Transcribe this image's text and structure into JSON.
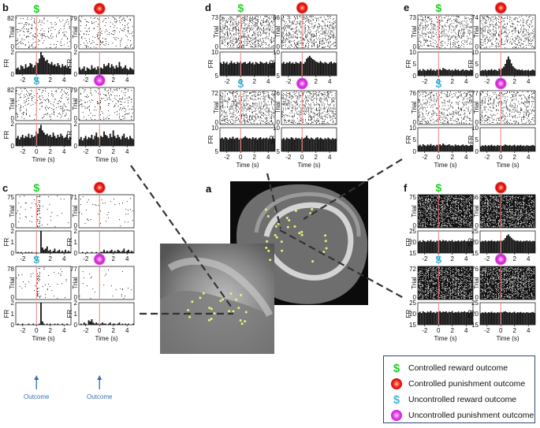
{
  "colors": {
    "controlled_reward": "#1fd11f",
    "controlled_punishment": "#e21a1a",
    "uncontrolled_reward": "#49b8d8",
    "uncontrolled_punishment": "#d02bd0",
    "legend_border": "#2d4a78",
    "outcome_arrow": "#3a6fb0",
    "onset_line": "#f08080",
    "electrode": "#e8ee7a"
  },
  "labels": {
    "trial": "Trial",
    "fr": "FR",
    "time": "Time (s)",
    "outcome": "Outcome"
  },
  "icons": {
    "controlled_reward": "green-dollar-icon",
    "controlled_punishment": "red-dot-icon",
    "uncontrolled_reward": "cyan-dollar-icon",
    "uncontrolled_punishment": "magenta-dot-icon"
  },
  "legend": {
    "items": [
      {
        "icon": "controlled_reward",
        "label": "Controlled reward outcome"
      },
      {
        "icon": "controlled_punishment",
        "label": "Controlled punishment outcome"
      },
      {
        "icon": "uncontrolled_reward",
        "label": "Uncontrolled reward outcome"
      },
      {
        "icon": "uncontrolled_punishment",
        "label": "Uncontrolled punishment outcome"
      }
    ]
  },
  "chart_data": [
    {
      "type": "panel",
      "panel": "b",
      "raster_density": 0.2,
      "fr_ylim": [
        0,
        2
      ],
      "fr_yticks": [
        "0",
        "2"
      ],
      "xticks": [
        "-2",
        "0",
        "2",
        "4"
      ],
      "subplots": [
        {
          "icon": "controlled_reward",
          "trials": "82",
          "fr_values": [
            0.5,
            0.6,
            0.4,
            0.8,
            0.7,
            0.5,
            0.9,
            0.6,
            0.7,
            1.0,
            0.9,
            0.6,
            0.8,
            1.1,
            1.0,
            1.4,
            2.0,
            1.7,
            1.5,
            1.2,
            1.3,
            1.0,
            0.9,
            1.1,
            0.8,
            0.9,
            0.7,
            1.0,
            0.8,
            0.6,
            0.9,
            0.7,
            0.8,
            0.6,
            0.7,
            0.5
          ]
        },
        {
          "icon": "controlled_punishment",
          "trials": "79",
          "fr_values": [
            0.6,
            0.4,
            0.5,
            0.7,
            0.3,
            0.6,
            0.5,
            0.4,
            0.8,
            0.5,
            0.6,
            0.4,
            0.7,
            0.5,
            0.6,
            0.5,
            0.9,
            0.7,
            0.8,
            1.0,
            0.6,
            0.9,
            0.7,
            0.5,
            0.8,
            0.6,
            1.1,
            0.7,
            0.5,
            0.6,
            0.8,
            0.5,
            0.4,
            0.6,
            0.5,
            0.4
          ]
        },
        {
          "icon": "uncontrolled_reward",
          "trials": "82",
          "fr_values": [
            0.7,
            0.9,
            0.6,
            0.8,
            1.0,
            0.7,
            0.9,
            0.8,
            1.1,
            0.7,
            1.0,
            0.8,
            0.9,
            1.3,
            1.1,
            1.6,
            1.9,
            1.4,
            1.2,
            1.0,
            1.1,
            0.9,
            1.0,
            0.8,
            1.2,
            0.9,
            0.7,
            1.0,
            0.8,
            1.1,
            0.9,
            0.7,
            0.8,
            1.0,
            0.6,
            0.8
          ]
        },
        {
          "icon": "uncontrolled_punishment",
          "trials": "79",
          "fr_values": [
            0.6,
            0.8,
            0.5,
            0.7,
            0.9,
            0.6,
            0.8,
            0.7,
            1.0,
            0.6,
            0.9,
            1.2,
            0.8,
            0.7,
            0.9,
            0.8,
            1.3,
            1.0,
            0.9,
            0.7,
            1.1,
            0.8,
            1.4,
            0.9,
            0.7,
            1.0,
            0.8,
            0.6,
            0.9,
            1.1,
            0.7,
            0.8,
            0.6,
            0.9,
            0.7,
            0.6
          ]
        }
      ]
    },
    {
      "type": "panel",
      "panel": "c",
      "raster_density": 0.035,
      "fr_ylim": [
        0,
        2
      ],
      "fr_yticks": [
        "0",
        "1",
        "2"
      ],
      "xticks": [
        "-2",
        "0",
        "2",
        "4"
      ],
      "subplots": [
        {
          "icon": "controlled_reward",
          "trials": "75",
          "fr_values": [
            0.0,
            0.1,
            0.0,
            0.1,
            0.0,
            0.0,
            0.1,
            0.0,
            0.1,
            0.0,
            0.1,
            0.0,
            0.0,
            0.1,
            0.0,
            0.0,
            2.0,
            0.5,
            0.3,
            0.4,
            0.6,
            0.2,
            0.3,
            0.1,
            0.2,
            0.4,
            0.1,
            0.2,
            0.3,
            0.1,
            0.2,
            0.1,
            0.3,
            0.1,
            0.2,
            0.1
          ]
        },
        {
          "icon": "controlled_punishment",
          "trials": "71",
          "fr_values": [
            0.0,
            0.0,
            0.1,
            0.0,
            0.0,
            0.1,
            0.0,
            0.0,
            0.1,
            0.0,
            0.0,
            0.1,
            0.0,
            0.0,
            0.1,
            0.1,
            0.3,
            0.1,
            0.2,
            0.1,
            0.2,
            0.3,
            0.1,
            0.2,
            0.1,
            0.3,
            0.2,
            0.1,
            0.2,
            0.4,
            0.1,
            0.2,
            0.3,
            0.1,
            0.2,
            0.1
          ]
        },
        {
          "icon": "uncontrolled_reward",
          "trials": "78",
          "fr_values": [
            0.0,
            0.1,
            0.0,
            0.0,
            0.1,
            0.0,
            0.0,
            0.0,
            0.1,
            0.0,
            0.0,
            0.1,
            0.0,
            0.0,
            0.0,
            0.1,
            2.0,
            0.3,
            0.1,
            0.0,
            0.1,
            0.0,
            0.1,
            0.0,
            0.0,
            0.1,
            0.0,
            0.1,
            0.0,
            0.0,
            0.1,
            0.0,
            0.0,
            0.1,
            0.0,
            0.0
          ]
        },
        {
          "icon": "uncontrolled_punishment",
          "trials": "77",
          "fr_values": [
            0.0,
            0.1,
            0.0,
            0.2,
            0.1,
            0.0,
            0.4,
            0.3,
            0.5,
            0.2,
            0.1,
            0.2,
            0.1,
            0.0,
            0.1,
            0.2,
            0.1,
            0.1,
            0.0,
            0.1,
            0.2,
            0.0,
            0.1,
            0.1,
            0.0,
            0.1,
            0.2,
            0.0,
            0.1,
            0.0,
            0.1,
            0.0,
            0.1,
            0.0,
            0.0,
            0.1
          ]
        }
      ]
    },
    {
      "type": "panel",
      "panel": "d",
      "raster_density": 0.55,
      "fr_ylim": [
        5,
        10
      ],
      "fr_yticks": [
        "5",
        "10"
      ],
      "xticks": [
        "-2",
        "0",
        "2",
        "4"
      ],
      "subplots": [
        {
          "icon": "controlled_reward",
          "trials": "73",
          "fr_values": [
            7.8,
            7.5,
            8.0,
            7.6,
            7.9,
            7.4,
            7.7,
            8.1,
            7.6,
            7.8,
            7.5,
            7.9,
            7.7,
            8.0,
            7.6,
            7.8,
            7.9,
            7.5,
            7.7,
            8.0,
            7.6,
            7.8,
            7.4,
            7.9,
            7.7,
            7.5,
            8.0,
            7.8,
            7.6,
            7.7,
            7.9,
            7.5,
            7.8,
            7.6,
            7.7,
            7.9
          ]
        },
        {
          "icon": "controlled_punishment",
          "trials": "66",
          "fr_values": [
            7.6,
            7.9,
            7.5,
            7.8,
            7.7,
            8.0,
            7.6,
            7.8,
            7.5,
            7.9,
            7.7,
            7.6,
            8.0,
            7.8,
            7.5,
            7.9,
            8.6,
            8.9,
            9.2,
            8.8,
            8.5,
            8.3,
            8.0,
            7.9,
            7.7,
            8.1,
            7.8,
            7.6,
            7.9,
            7.7,
            7.5,
            7.8,
            8.0,
            7.6,
            7.8,
            7.7
          ]
        },
        {
          "icon": "uncontrolled_reward",
          "trials": "72",
          "fr_values": [
            7.7,
            7.9,
            7.6,
            8.0,
            7.8,
            7.5,
            7.9,
            7.7,
            8.1,
            7.6,
            7.8,
            7.9,
            7.5,
            7.8,
            7.7,
            7.9,
            8.2,
            7.9,
            7.7,
            7.8,
            7.6,
            8.0,
            7.7,
            7.9,
            7.5,
            7.8,
            8.0,
            7.6,
            7.8,
            7.7,
            7.9,
            7.6,
            7.8,
            7.5,
            7.9,
            7.7
          ]
        },
        {
          "icon": "uncontrolled_punishment",
          "trials": "76",
          "fr_values": [
            7.6,
            7.8,
            7.5,
            7.9,
            7.7,
            7.6,
            8.0,
            7.8,
            7.5,
            7.9,
            7.7,
            7.8,
            7.6,
            8.0,
            7.7,
            7.9,
            8.3,
            7.8,
            7.6,
            7.9,
            7.7,
            7.5,
            7.8,
            8.0,
            7.6,
            7.9,
            7.7,
            7.5,
            7.8,
            7.6,
            7.9,
            7.7,
            7.5,
            7.8,
            7.6,
            7.7
          ]
        }
      ]
    },
    {
      "type": "panel",
      "panel": "e",
      "raster_density": 0.42,
      "fr_ylim": [
        0,
        10
      ],
      "fr_yticks": [
        "0",
        "5",
        "10"
      ],
      "xticks": [
        "-2",
        "0",
        "2",
        "4"
      ],
      "subplots": [
        {
          "icon": "controlled_reward",
          "trials": "73",
          "fr_values": [
            2.2,
            2.6,
            2.0,
            2.8,
            2.4,
            2.1,
            2.7,
            2.3,
            2.9,
            2.2,
            2.5,
            2.0,
            2.6,
            2.4,
            2.8,
            2.3,
            3.2,
            2.9,
            2.6,
            2.4,
            2.7,
            2.2,
            2.5,
            2.1,
            2.8,
            2.3,
            2.6,
            2.0,
            2.4,
            2.7,
            2.2,
            2.5,
            2.3,
            2.1,
            2.6,
            2.4
          ]
        },
        {
          "icon": "controlled_punishment",
          "trials": "74",
          "fr_values": [
            2.0,
            2.4,
            2.2,
            2.6,
            2.1,
            2.5,
            2.3,
            2.8,
            2.2,
            2.6,
            2.4,
            2.0,
            2.9,
            2.5,
            3.1,
            3.8,
            5.0,
            6.8,
            8.1,
            6.9,
            5.2,
            4.0,
            3.3,
            2.8,
            2.5,
            2.7,
            2.3,
            2.6,
            2.1,
            2.4,
            2.2,
            2.5,
            2.0,
            2.3,
            2.6,
            2.2
          ]
        },
        {
          "icon": "uncontrolled_reward",
          "trials": "76",
          "fr_values": [
            2.4,
            2.8,
            2.2,
            3.0,
            2.6,
            2.3,
            2.9,
            2.5,
            3.1,
            2.4,
            2.7,
            2.2,
            2.8,
            2.6,
            3.0,
            2.5,
            3.3,
            2.8,
            2.5,
            2.7,
            3.0,
            2.4,
            2.6,
            2.2,
            2.9,
            2.5,
            2.7,
            2.3,
            2.6,
            2.9,
            2.4,
            2.7,
            2.5,
            2.3,
            2.8,
            2.6
          ]
        },
        {
          "icon": "uncontrolled_punishment",
          "trials": "77",
          "fr_values": [
            2.1,
            2.5,
            2.3,
            2.7,
            2.2,
            2.6,
            2.4,
            2.8,
            2.3,
            2.5,
            2.2,
            2.7,
            2.4,
            2.6,
            2.3,
            2.5,
            2.9,
            2.6,
            2.4,
            2.7,
            2.3,
            2.5,
            2.8,
            2.2,
            2.6,
            2.4,
            2.7,
            2.3,
            2.5,
            2.2,
            2.6,
            2.4,
            2.3,
            2.5,
            2.7,
            2.3
          ]
        }
      ]
    },
    {
      "type": "panel",
      "panel": "f",
      "raster_density": 0.6,
      "inverted": true,
      "fr_ylim": [
        15,
        25
      ],
      "fr_yticks": [
        "15",
        "20",
        "25"
      ],
      "xticks": [
        "-2",
        "0",
        "2",
        "4"
      ],
      "subplots": [
        {
          "icon": "controlled_reward",
          "trials": "75",
          "fr_values": [
            20.2,
            20.6,
            20.0,
            20.8,
            20.4,
            20.1,
            20.7,
            20.3,
            20.9,
            20.2,
            20.5,
            20.0,
            20.6,
            20.4,
            20.8,
            20.3,
            20.9,
            20.5,
            20.7,
            20.2,
            20.6,
            20.4,
            20.8,
            20.1,
            20.5,
            20.3,
            20.7,
            20.2,
            20.6,
            20.4,
            20.8,
            20.3,
            20.5,
            20.1,
            20.6,
            20.4
          ]
        },
        {
          "icon": "controlled_punishment",
          "trials": "66",
          "fr_values": [
            20.1,
            20.5,
            20.3,
            20.7,
            20.2,
            20.6,
            20.4,
            20.8,
            20.3,
            20.5,
            20.2,
            20.6,
            20.4,
            20.7,
            20.5,
            20.9,
            21.8,
            22.9,
            23.4,
            22.6,
            21.9,
            21.2,
            20.8,
            20.5,
            20.7,
            20.3,
            20.6,
            20.2,
            20.5,
            20.4,
            20.7,
            20.3,
            20.6,
            20.2,
            20.5,
            20.4
          ]
        },
        {
          "icon": "uncontrolled_reward",
          "trials": "72",
          "fr_values": [
            20.5,
            20.9,
            20.3,
            21.1,
            20.7,
            20.4,
            21.0,
            20.6,
            21.3,
            20.5,
            20.8,
            20.3,
            20.9,
            20.7,
            21.2,
            20.6,
            21.0,
            20.8,
            21.1,
            20.5,
            20.9,
            20.7,
            21.2,
            20.4,
            20.8,
            20.6,
            21.0,
            20.5,
            20.9,
            20.7,
            21.1,
            20.6,
            20.8,
            20.4,
            20.9,
            20.7
          ]
        },
        {
          "icon": "uncontrolled_punishment",
          "trials": "76",
          "fr_values": [
            20.2,
            20.6,
            20.4,
            20.8,
            20.3,
            20.7,
            20.5,
            20.9,
            20.4,
            20.6,
            20.3,
            20.7,
            20.5,
            20.8,
            20.6,
            20.9,
            21.1,
            20.7,
            20.5,
            20.8,
            20.4,
            20.6,
            20.9,
            20.3,
            20.7,
            20.5,
            20.8,
            20.4,
            20.6,
            20.3,
            20.7,
            20.5,
            20.4,
            20.6,
            20.8,
            20.4
          ]
        }
      ]
    },
    {
      "type": "panel",
      "panel": "a"
    }
  ]
}
